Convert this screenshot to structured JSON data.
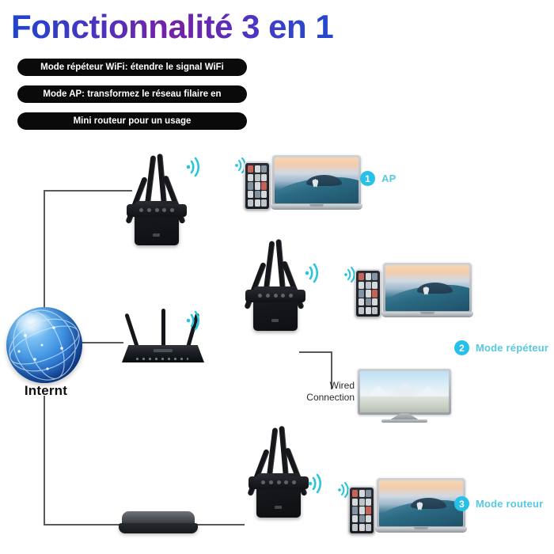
{
  "title": "Fonctionnalité 3 en 1",
  "features": [
    "Mode répéteur WiFi: étendre le signal WiFi",
    "Mode AP: transformez le réseau filaire en",
    "Mini routeur pour un usage"
  ],
  "internet": {
    "label": "Internt",
    "icon": "globe-icon"
  },
  "wired": {
    "line1": "Wired",
    "line2": "Connection"
  },
  "modes": [
    {
      "number": "1",
      "label": "AP"
    },
    {
      "number": "2",
      "label": "Mode répéteur"
    },
    {
      "number": "3",
      "label": "Mode routeur"
    }
  ],
  "devices": {
    "repeater": "wifi-repeater-icon",
    "router": "wifi-router-icon",
    "modem": "modem-icon",
    "phone": "smartphone-icon",
    "laptop": "laptop-icon",
    "tv": "television-icon",
    "wifi_signal": "wifi-signal-icon"
  },
  "colors": {
    "title_gradient_start": "#1f44cf",
    "title_gradient_mid": "#7322a6",
    "title_gradient_end": "#2446cd",
    "pill_background": "#0a0a0a",
    "pill_text": "#ffffff",
    "badge": "#27c0e8",
    "mode_text": "#56c9e0",
    "wifi_arc": "#2bc4dd",
    "wire": "#5a5a5a",
    "background": "#ffffff"
  }
}
